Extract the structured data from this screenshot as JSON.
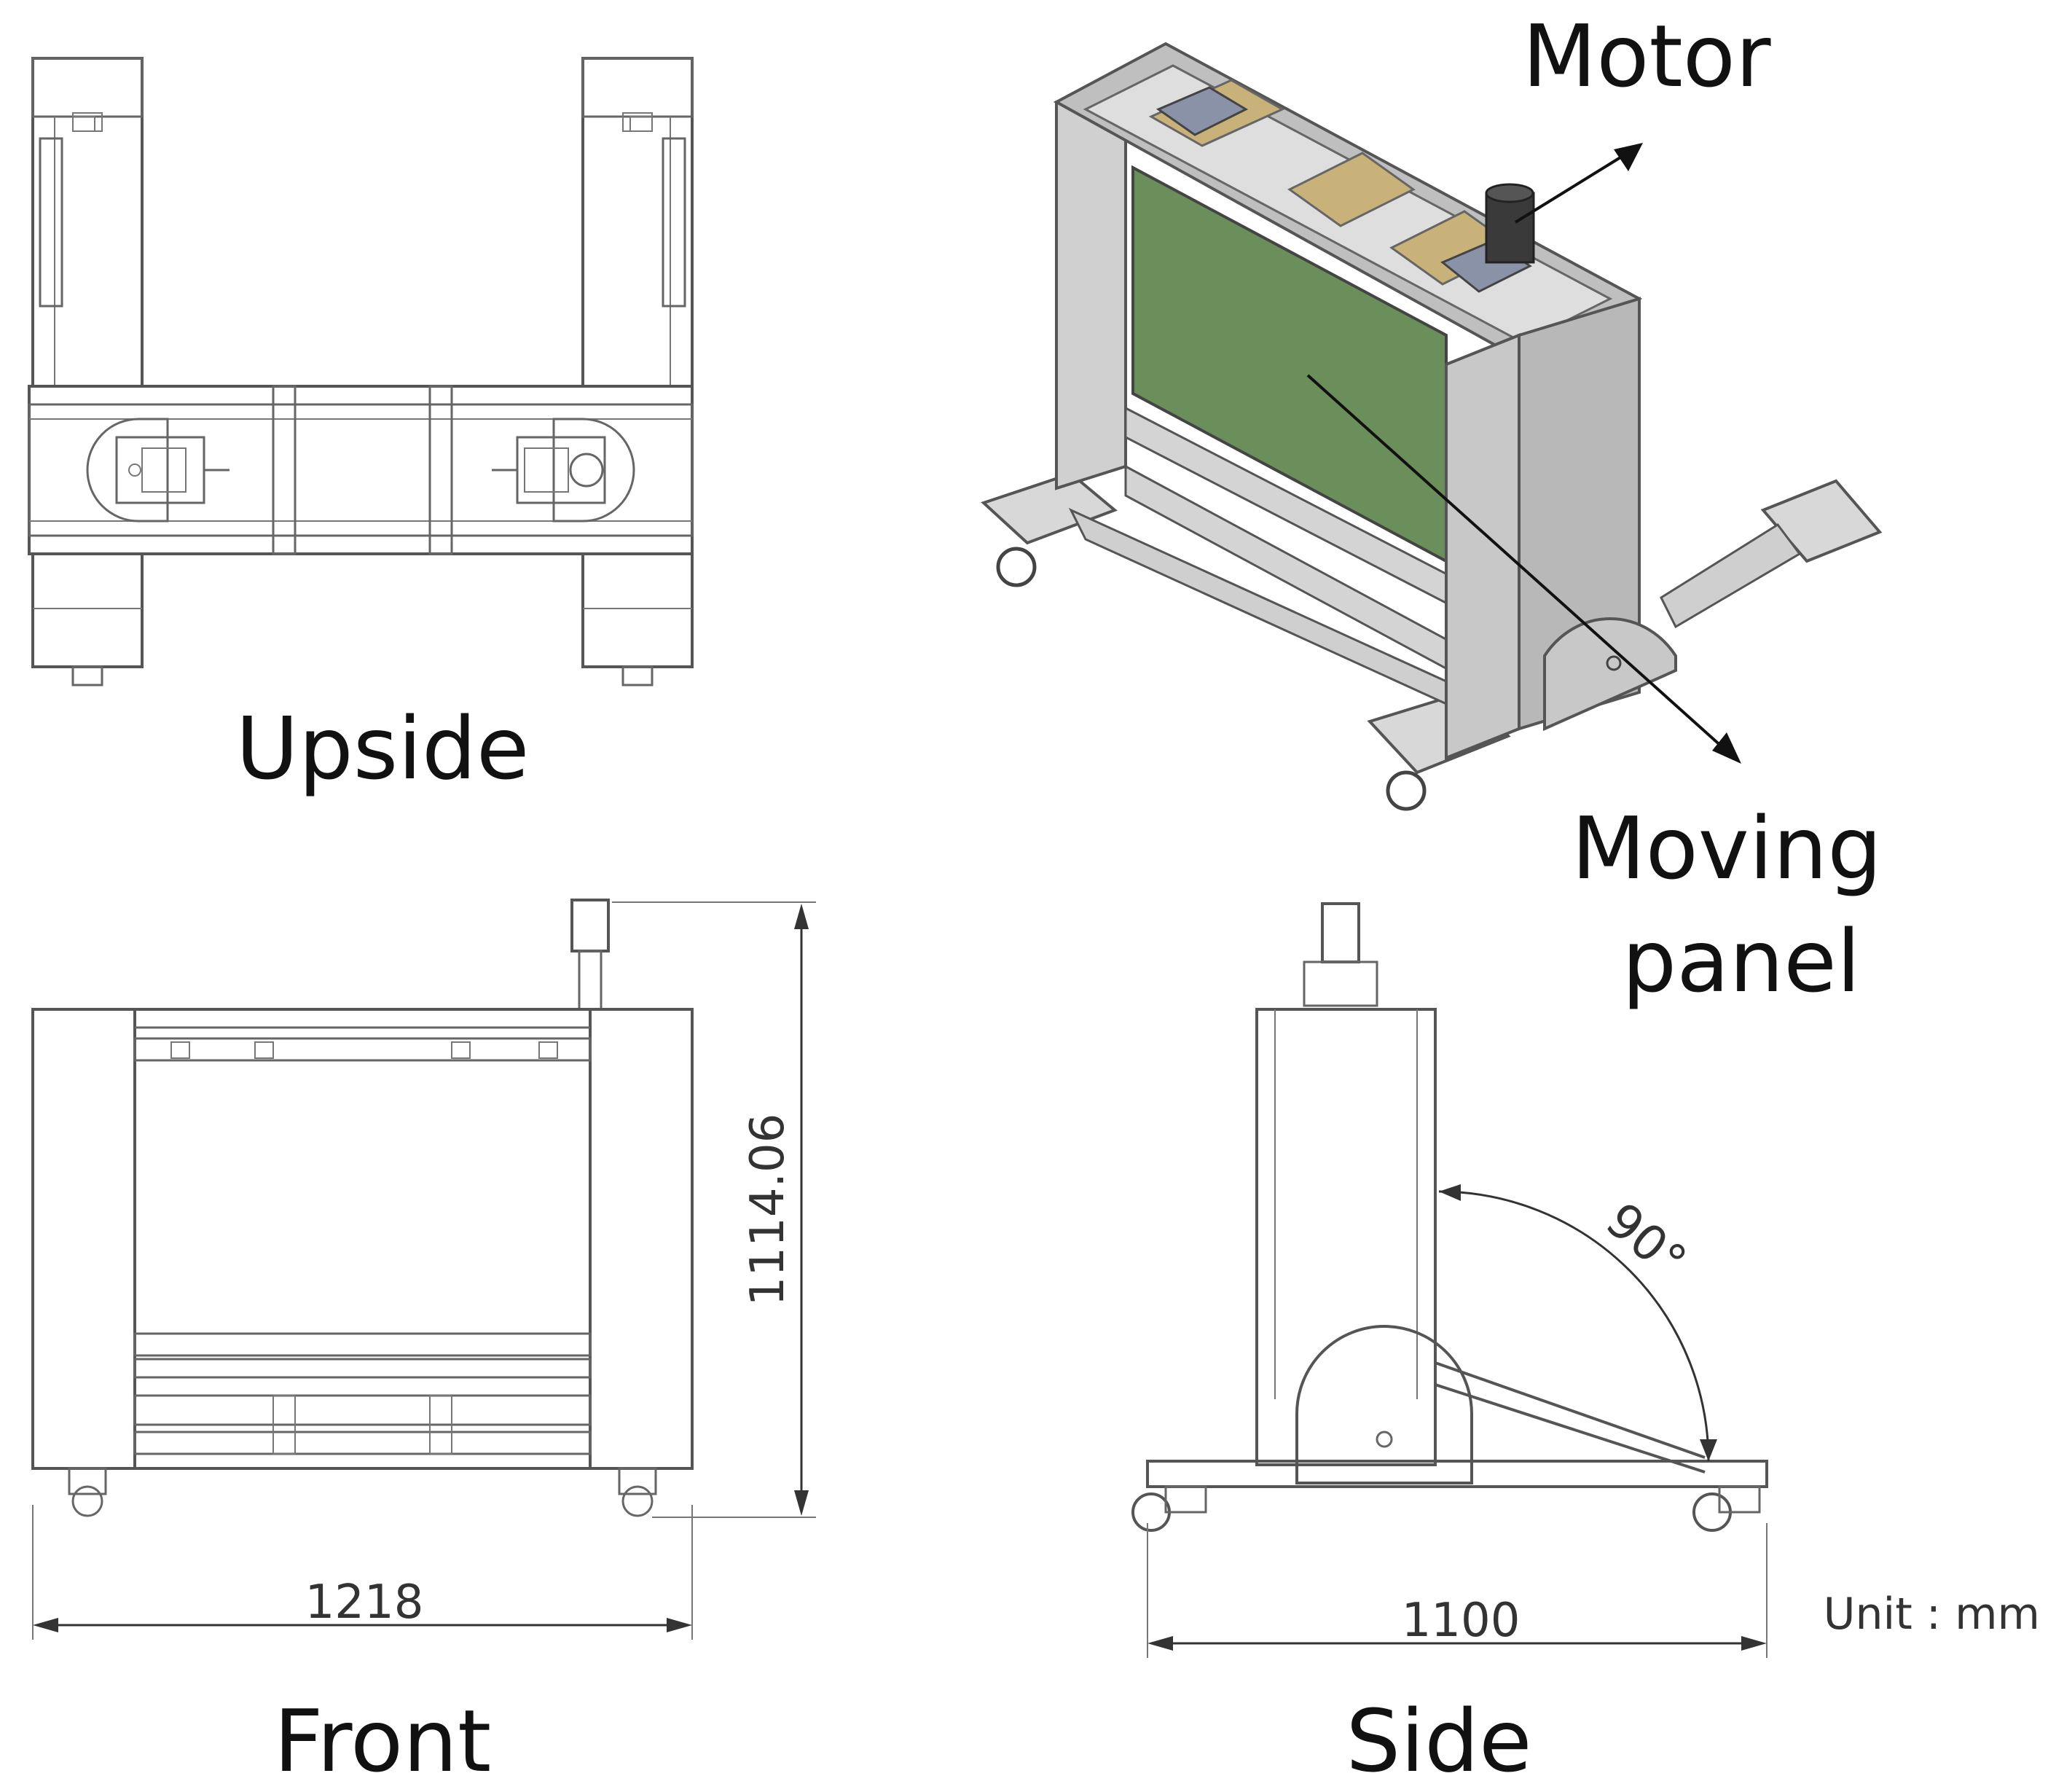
{
  "labels": {
    "upside": "Upside",
    "front": "Front",
    "side": "Side",
    "motor": "Motor",
    "moving_line1": "Moving",
    "moving_line2": "panel",
    "unit": "Unit : mm"
  },
  "dimensions": {
    "front_width": "1218",
    "front_height": "1114.06",
    "side_width": "1100",
    "side_angle": "90°"
  },
  "colors": {
    "panel_green": "#6b8f5a",
    "motor_dark": "#3a3a3a",
    "plate_tan": "#c9b27a",
    "frame_gray": "#c8c8c8",
    "bracket_blue": "#8a92a8"
  }
}
